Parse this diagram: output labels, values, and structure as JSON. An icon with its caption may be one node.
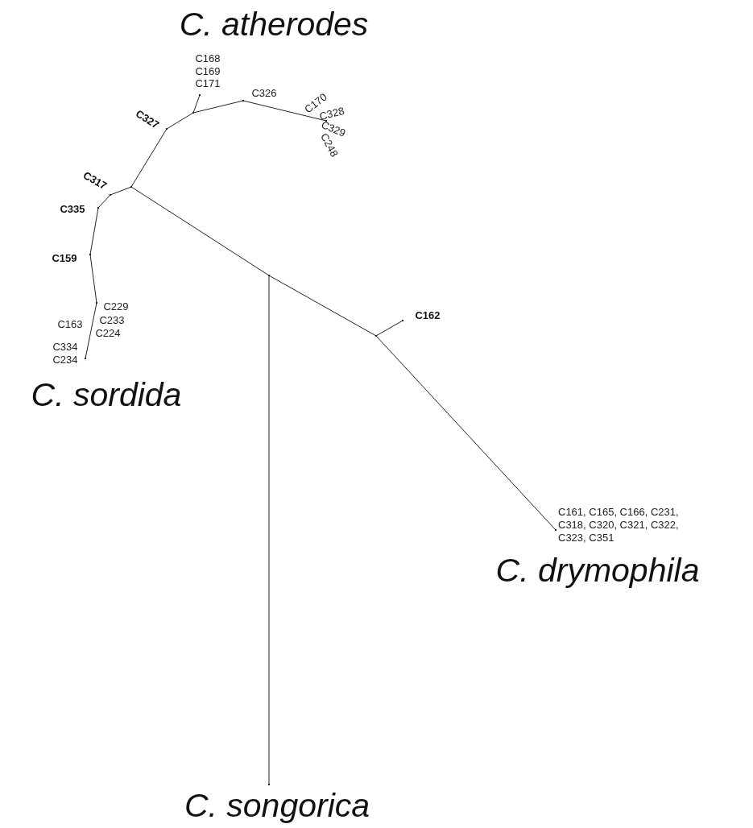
{
  "diagram": {
    "nodes": [
      {
        "text": [],
        "shape": "point"
      },
      {
        "text": [],
        "shape": "point"
      },
      {
        "text": [],
        "shape": "point",
        "beside": [
          "C327"
        ]
      },
      {
        "text": [],
        "shape": "point"
      },
      {
        "text": [],
        "shape": "point",
        "beside": [
          "C168",
          "C169",
          "C171"
        ]
      },
      {
        "text": [],
        "shape": "point",
        "beside": [
          "C326"
        ]
      },
      {
        "text": [],
        "shape": "point",
        "beside": [
          "C170",
          "C328",
          "C329",
          "C248"
        ]
      },
      {
        "text": [],
        "shape": "point",
        "beside": [
          "C317"
        ]
      },
      {
        "text": [],
        "shape": "point",
        "beside": [
          "C335"
        ]
      },
      {
        "text": [],
        "shape": "point",
        "beside": [
          "C159"
        ]
      },
      {
        "text": [],
        "shape": "point",
        "beside": [
          "C229",
          "C163",
          "C233",
          "C224"
        ]
      },
      {
        "text": [],
        "shape": "point",
        "beside": [
          "C334",
          "C234"
        ]
      },
      {
        "text": [],
        "shape": "point"
      },
      {
        "text": [],
        "shape": "point",
        "beside": [
          "C162"
        ]
      },
      {
        "text": [],
        "shape": "point",
        "beside": [
          "C161, C165, C166, C231, C318, C320, C321, C322, C323, C351"
        ]
      },
      {
        "text": [],
        "shape": "point"
      }
    ],
    "edges": [
      {
        "from": 0,
        "to": 1,
        "arrow": "none"
      },
      {
        "from": 1,
        "to": 2,
        "arrow": "none"
      },
      {
        "from": 2,
        "to": 3,
        "arrow": "none"
      },
      {
        "from": 3,
        "to": 4,
        "arrow": "none"
      },
      {
        "from": 3,
        "to": 5,
        "arrow": "none"
      },
      {
        "from": 5,
        "to": 6,
        "arrow": "none"
      },
      {
        "from": 1,
        "to": 7,
        "arrow": "none"
      },
      {
        "from": 7,
        "to": 8,
        "arrow": "none"
      },
      {
        "from": 8,
        "to": 9,
        "arrow": "none"
      },
      {
        "from": 9,
        "to": 10,
        "arrow": "none"
      },
      {
        "from": 10,
        "to": 11,
        "arrow": "none"
      },
      {
        "from": 0,
        "to": 12,
        "arrow": "none"
      },
      {
        "from": 12,
        "to": 13,
        "arrow": "none"
      },
      {
        "from": 12,
        "to": 14,
        "arrow": "none"
      },
      {
        "from": 0,
        "to": 15,
        "arrow": "none"
      }
    ],
    "labels": [
      "C. atherodes",
      "C. sordida",
      "C. drymophila",
      "C. songorica"
    ]
  }
}
